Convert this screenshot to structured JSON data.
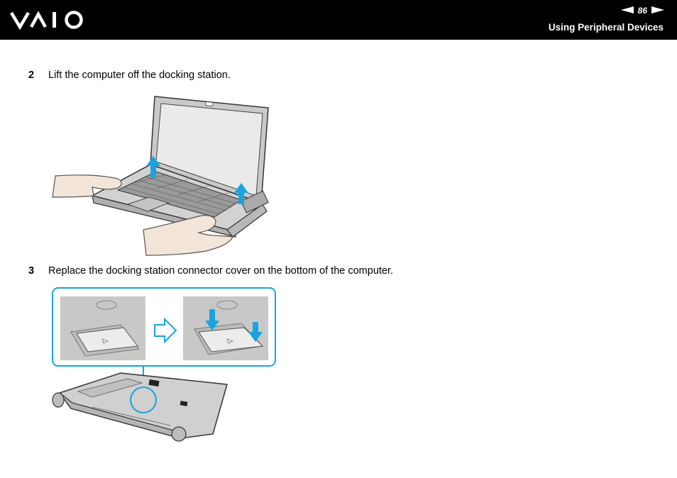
{
  "header": {
    "page_number": "86",
    "section_title": "Using Peripheral Devices",
    "logo_icon": "vaio-logo",
    "prev_icon": "previous-page-arrow-icon",
    "next_icon": "next-page-arrow-icon"
  },
  "steps": [
    {
      "number": "2",
      "text": "Lift the computer off the docking station."
    },
    {
      "number": "3",
      "text": "Replace the docking station connector cover on the bottom of the computer."
    }
  ],
  "colors": {
    "header_bg": "#000000",
    "accent_blue": "#1aa3e0",
    "text": "#000000"
  }
}
